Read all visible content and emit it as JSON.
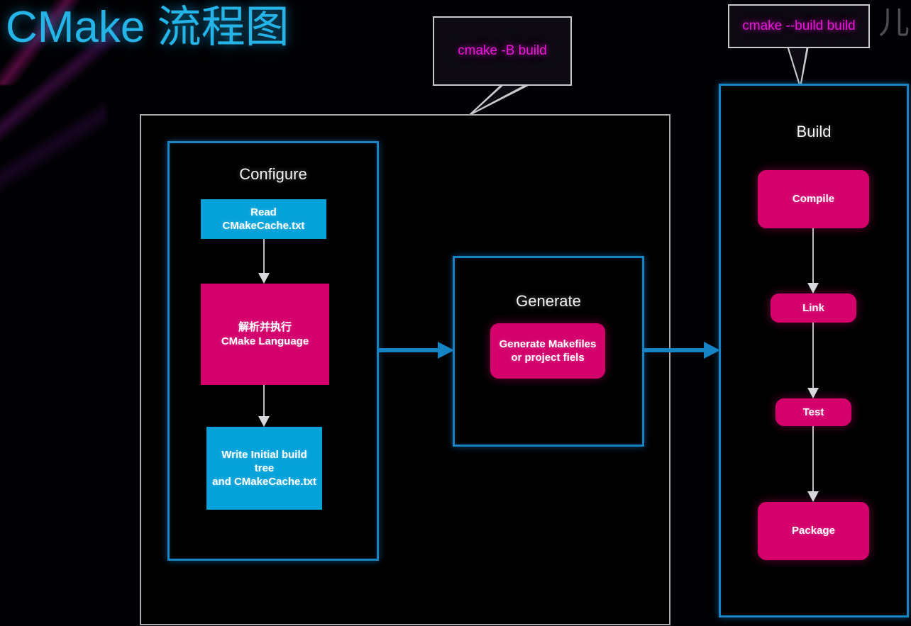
{
  "page": {
    "title": "CMake 流程图",
    "edge_glyph": "儿"
  },
  "colors": {
    "accent_cyan": "#25b4e8",
    "node_cyan": "#05a2da",
    "node_magenta": "#d4006c",
    "callout_text": "#e817d8",
    "container_border": "#a9a9ae",
    "stage_border": "#1583c4",
    "arrow_gray": "#bdbdc2",
    "arrow_blue": "#1583c4",
    "background": "#010103"
  },
  "callouts": [
    {
      "id": "configure",
      "command": "cmake -B build",
      "points_to": "outer-container"
    },
    {
      "id": "build",
      "command": "cmake --build build",
      "points_to": "build-stage"
    }
  ],
  "stages": {
    "configure": {
      "title": "Configure",
      "nodes": [
        {
          "id": "read",
          "label": "Read\nCMakeCache.txt",
          "color": "cyan"
        },
        {
          "id": "parse",
          "label": "解析并执行\nCMake Language",
          "color": "magenta"
        },
        {
          "id": "write",
          "label": "Write Initial build tree\nand CMakeCache.txt",
          "color": "cyan"
        }
      ]
    },
    "generate": {
      "title": "Generate",
      "nodes": [
        {
          "id": "generate",
          "label": "Generate Makefiles\nor project fiels",
          "color": "magenta"
        }
      ]
    },
    "build": {
      "title": "Build",
      "nodes": [
        {
          "id": "compile",
          "label": "Compile",
          "color": "magenta"
        },
        {
          "id": "link",
          "label": "Link",
          "color": "magenta"
        },
        {
          "id": "test",
          "label": "Test",
          "color": "magenta"
        },
        {
          "id": "package",
          "label": "Package",
          "color": "magenta"
        }
      ]
    }
  },
  "flow_edges": [
    {
      "from": "read",
      "to": "parse",
      "style": "gray-vertical"
    },
    {
      "from": "parse",
      "to": "write",
      "style": "gray-vertical"
    },
    {
      "from": "configure",
      "to": "generate",
      "style": "blue-horizontal"
    },
    {
      "from": "generate",
      "to": "build",
      "style": "blue-horizontal"
    },
    {
      "from": "compile",
      "to": "link",
      "style": "gray-vertical"
    },
    {
      "from": "link",
      "to": "test",
      "style": "gray-vertical"
    },
    {
      "from": "test",
      "to": "package",
      "style": "gray-vertical"
    }
  ]
}
